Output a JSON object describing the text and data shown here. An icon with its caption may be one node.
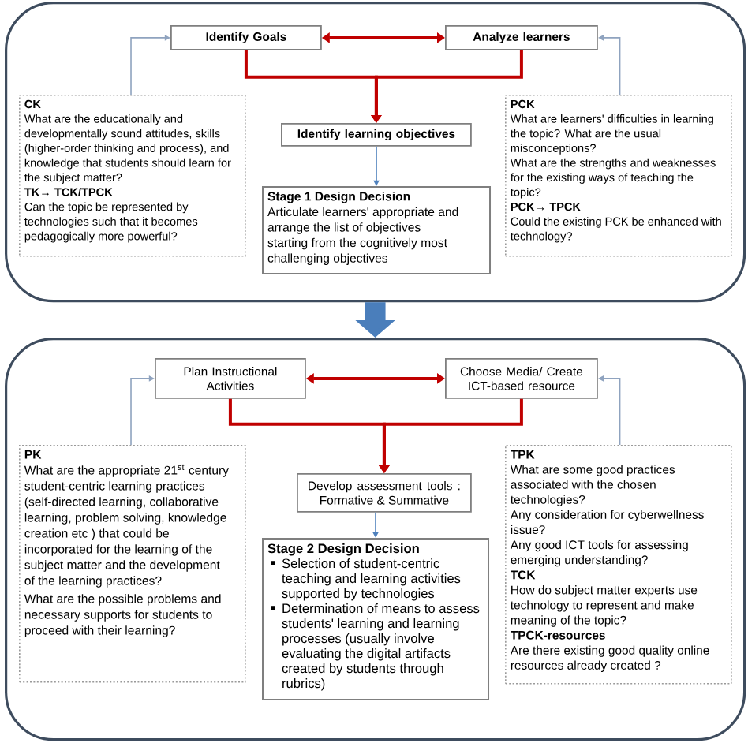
{
  "diagram": {
    "nodes": [
      {
        "text": [],
        "shape": "box"
      },
      {
        "text": [
          "Identify Goals"
        ],
        "in": 0
      },
      {
        "text": [
          "Analyze learners"
        ],
        "in": 0
      },
      {
        "text": [
          "CK",
          "What are the educationally and developmentally sound attitudes, skills (higher-order thinking and process), and knowledge that students should learn for the subject matter?",
          "TK→ TCK/TPCK",
          "Can the topic be represented by technologies such that it becomes pedagogically more powerful?"
        ],
        "in": 0
      },
      {
        "text": [
          "Identify learning objectives"
        ],
        "in": 0
      },
      {
        "text": [
          "Stage 1 Design Decision",
          "Articulate learners' appropriate and arrange the list of objectives starting from the cognitively most challenging objectives"
        ],
        "in": 0
      },
      {
        "text": [
          "PCK",
          "What are learners' difficulties in learning the topic? What are the usual misconceptions?",
          "What are the strengths and weaknesses for the existing ways of teaching the topic?",
          "PCK→ TPCK",
          "Could the existing PCK be enhanced with technology?"
        ],
        "in": 0
      },
      {
        "text": [],
        "shape": "box"
      },
      {
        "text": [
          "Plan Instructional Activities"
        ],
        "in": 7
      },
      {
        "text": [
          "Choose Media/ Create ICT-based resource"
        ],
        "in": 7
      },
      {
        "text": [
          "PK",
          "What are the appropriate 21$^{st}$ century student-centric learning practices (self-directed learning, collaborative learning, problem solving, knowledge creation etc ) that could be incorporated for the learning of the subject matter and the development of the learning practices?",
          "What are the possible problems and necessary supports for students to proceed with their learning?"
        ],
        "in": 7
      },
      {
        "text": [
          "Develop assessment tools : Formative & Summative"
        ],
        "in": 7
      },
      {
        "text": [
          "Stage 2 Design Decision",
          "Selection of student-centric teaching and learning activities supported by technologies",
          "Determination of means to assess students' learning and learning processes (usually involve evaluating the digital artifacts created by students through rubrics)"
        ],
        "in": 7
      },
      {
        "text": [
          "TPK",
          "What are some good practices associated with the chosen technologies?",
          "Any consideration for cyberwellness issue?",
          "Any good ICT tools for assessing emerging understanding?",
          "TCK",
          "How do subject matter experts use technology to represent and make meaning of the topic?",
          "TPCK-resources",
          "Are there existing good quality online resources already created ?"
        ],
        "in": 7
      }
    ],
    "edges": [
      {
        "from": 1,
        "to": 2,
        "arrow": "both",
        "color": "#c00000"
      },
      {
        "from": 1,
        "to": 4,
        "arrow": "to",
        "color": "#c00000"
      },
      {
        "from": 2,
        "to": 4,
        "arrow": "to",
        "color": "#c00000"
      },
      {
        "from": 3,
        "to": 1,
        "arrow": "to",
        "color": "#8fa3bf"
      },
      {
        "from": 6,
        "to": 2,
        "arrow": "to",
        "color": "#8fa3bf"
      },
      {
        "from": 4,
        "to": 5,
        "arrow": "to",
        "color": "#4f81bd"
      },
      {
        "from": 0,
        "to": 7,
        "arrow": "to",
        "style": "thick",
        "color": "#4a7ebb"
      },
      {
        "from": 8,
        "to": 9,
        "arrow": "both",
        "color": "#c00000"
      },
      {
        "from": 8,
        "to": 11,
        "arrow": "to",
        "color": "#c00000"
      },
      {
        "from": 9,
        "to": 11,
        "arrow": "to",
        "color": "#c00000"
      },
      {
        "from": 10,
        "to": 8,
        "arrow": "to",
        "color": "#8fa3bf"
      },
      {
        "from": 13,
        "to": 9,
        "arrow": "to",
        "color": "#8fa3bf"
      },
      {
        "from": 11,
        "to": 12,
        "arrow": "to",
        "color": "#4f81bd"
      }
    ]
  }
}
